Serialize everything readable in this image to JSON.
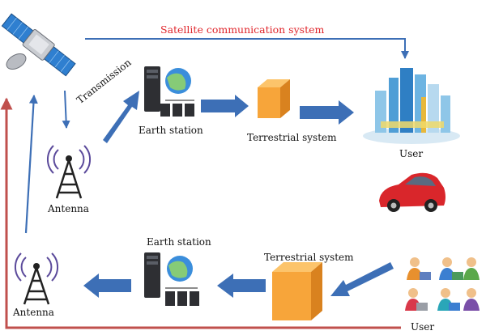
{
  "labels": {
    "top_link": "Satellite communication system",
    "transmission": "Transmission",
    "earth_station_top": "Earth station",
    "terrestrial_top": "Terrestrial system",
    "user_top": "User",
    "antenna_top": "Antenna",
    "earth_station_bottom": "Earth station",
    "terrestrial_bottom": "Terrestrial system",
    "user_bottom": "User",
    "antenna_bottom": "Antenna"
  },
  "icons": [
    "satellite-icon",
    "antenna-icon",
    "server-globe-icon",
    "terrestrial-box-icon",
    "city-icon",
    "car-icon",
    "people-group-icon"
  ],
  "colors": {
    "blue_arrow": "#3d6fb6",
    "red_line": "#c0504d",
    "title_text": "#e0252b",
    "box_orange": "#f7a53a",
    "car_red": "#d9262b",
    "antenna_purple": "#5b4a9b"
  }
}
